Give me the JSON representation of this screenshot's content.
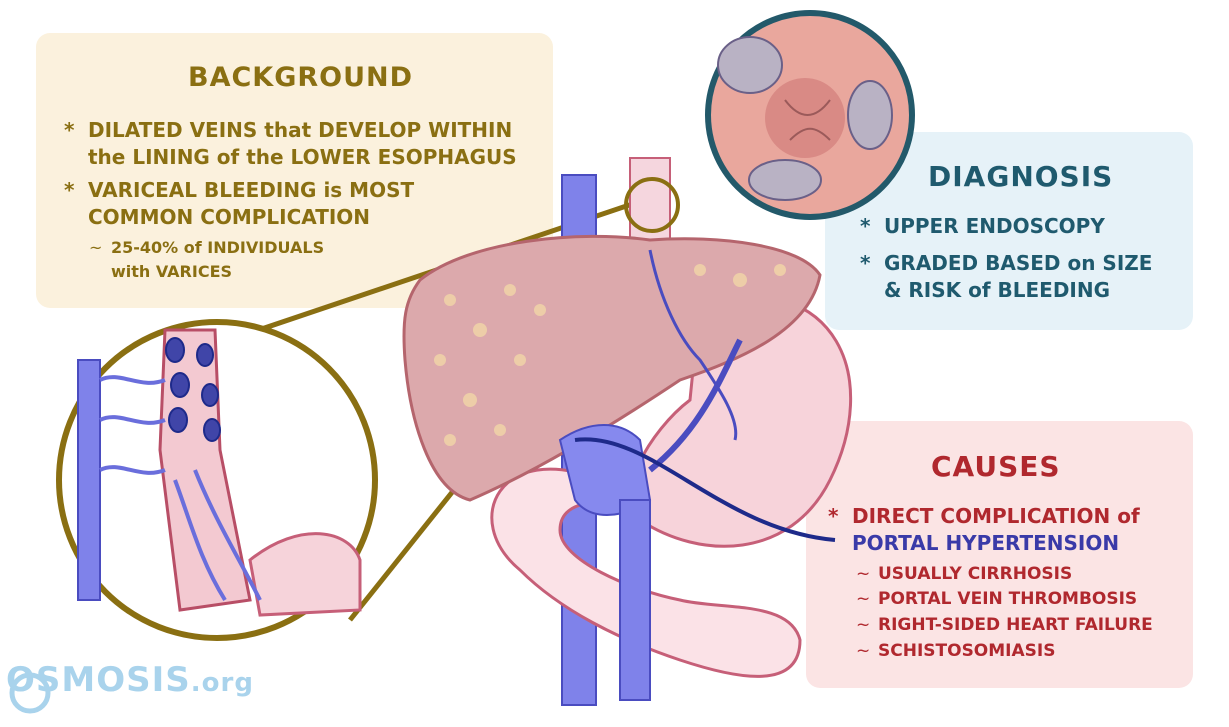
{
  "background": {
    "title": "BACKGROUND",
    "bullet1_line1": "DILATED VEINS that DEVELOP WITHIN",
    "bullet1_line2": "the LINING of the LOWER ESOPHAGUS",
    "bullet2_line1": "VARICEAL BLEEDING is MOST",
    "bullet2_line2": "COMMON COMPLICATION",
    "sub1_line1": "25-40% of INDIVIDUALS",
    "sub1_line2": "with VARICES"
  },
  "diagnosis": {
    "title": "DIAGNOSIS",
    "bullet1": "UPPER ENDOSCOPY",
    "bullet2_line1": "GRADED BASED on SIZE",
    "bullet2_line2": "& RISK of BLEEDING"
  },
  "causes": {
    "title": "CAUSES",
    "bullet1_line1": "DIRECT COMPLICATION of",
    "bullet1_line2": "PORTAL HYPERTENSION",
    "sub1": "USUALLY CIRRHOSIS",
    "sub2": "PORTAL VEIN THROMBOSIS",
    "sub3": "RIGHT-SIDED HEART FAILURE",
    "sub4": "SCHISTOSOMIASIS"
  },
  "logo": {
    "brand": "OSMOSIS",
    "tld": ".org"
  },
  "symbols": {
    "star": "*",
    "tilde": "~"
  },
  "colors": {
    "background_text": "#8a6f12",
    "diagnosis_text": "#1f5a6e",
    "causes_text": "#b0282e",
    "vein_blue": "#6f72e6",
    "liver": "#d9a5a8",
    "stomach": "#f6c8cf"
  }
}
